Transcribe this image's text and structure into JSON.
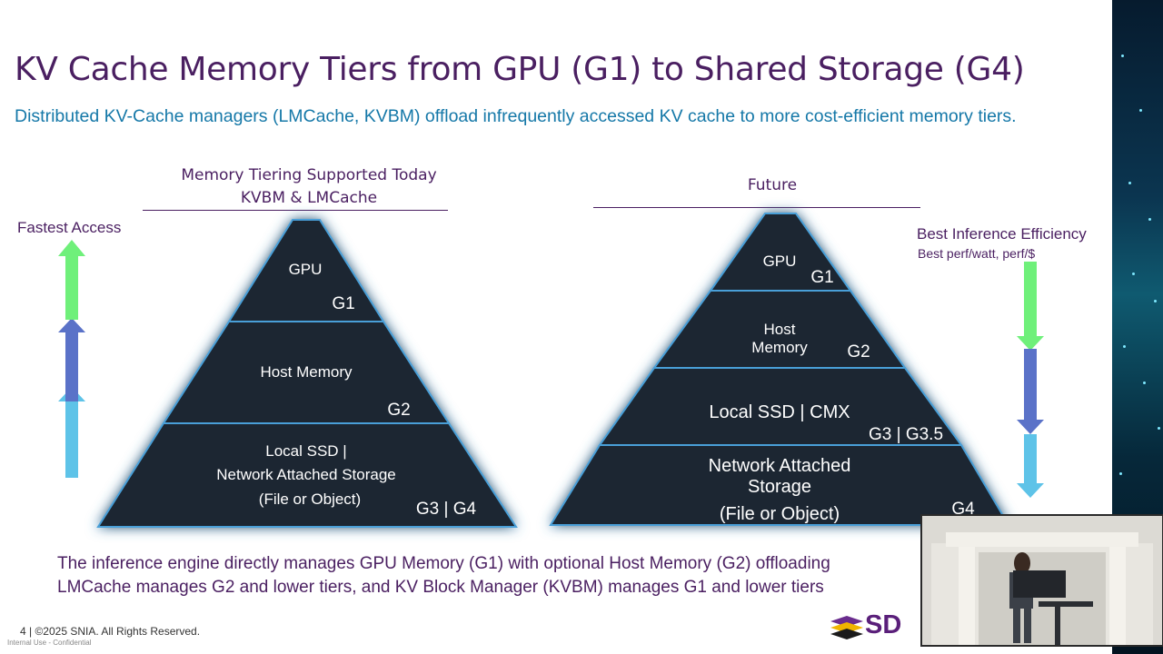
{
  "slide": {
    "title": "KV Cache Memory Tiers from GPU (G1) to Shared Storage (G4)",
    "subtitle": "Distributed KV-Cache managers (LMCache, KVBM) offload infrequently accessed KV cache to more cost-efficient memory tiers."
  },
  "left": {
    "header_line1": "Memory Tiering Supported Today",
    "header_line2": "KVBM & LMCache",
    "arrow_label": "Fastest Access",
    "tiers": [
      {
        "lines": [
          "GPU"
        ],
        "tag": "G1"
      },
      {
        "lines": [
          "Host Memory"
        ],
        "tag": "G2"
      },
      {
        "lines": [
          "Local SSD |",
          "Network Attached Storage",
          "(File or Object)"
        ],
        "tag": "G3 | G4"
      }
    ]
  },
  "right": {
    "header": "Future",
    "arrow_label": "Best Inference Efficiency",
    "arrow_sublabel": "Best perf/watt, perf/$",
    "tiers": [
      {
        "lines": [
          "GPU"
        ],
        "tag": "G1"
      },
      {
        "lines": [
          "Host",
          "Memory"
        ],
        "tag": "G2"
      },
      {
        "lines": [
          "Local SSD | CMX"
        ],
        "tag": "G3 | G3.5"
      },
      {
        "lines": [
          "Network Attached",
          "Storage",
          "(File or Object)"
        ],
        "tag": "G4"
      }
    ]
  },
  "bottom": {
    "line1": "The inference engine directly manages GPU Memory (G1) with optional Host Memory (G2) offloading",
    "line2": "LMCache manages G2 and lower tiers, and KV Block Manager (KVBM) manages G1 and lower tiers"
  },
  "footer": {
    "page": "4 | ©2025 SNIA. All Rights Reserved.",
    "classification": "Internal Use - Confidential",
    "logo_text": "SD"
  },
  "colors": {
    "title": "#4a1f61",
    "subtitle": "#1578a8",
    "tier_fill": "#1c2833",
    "tier_edge": "#4a9fd8",
    "arrow_green": "#6ff07a",
    "arrow_blue": "#5a72c8",
    "arrow_cyan": "#5ec3e8"
  }
}
